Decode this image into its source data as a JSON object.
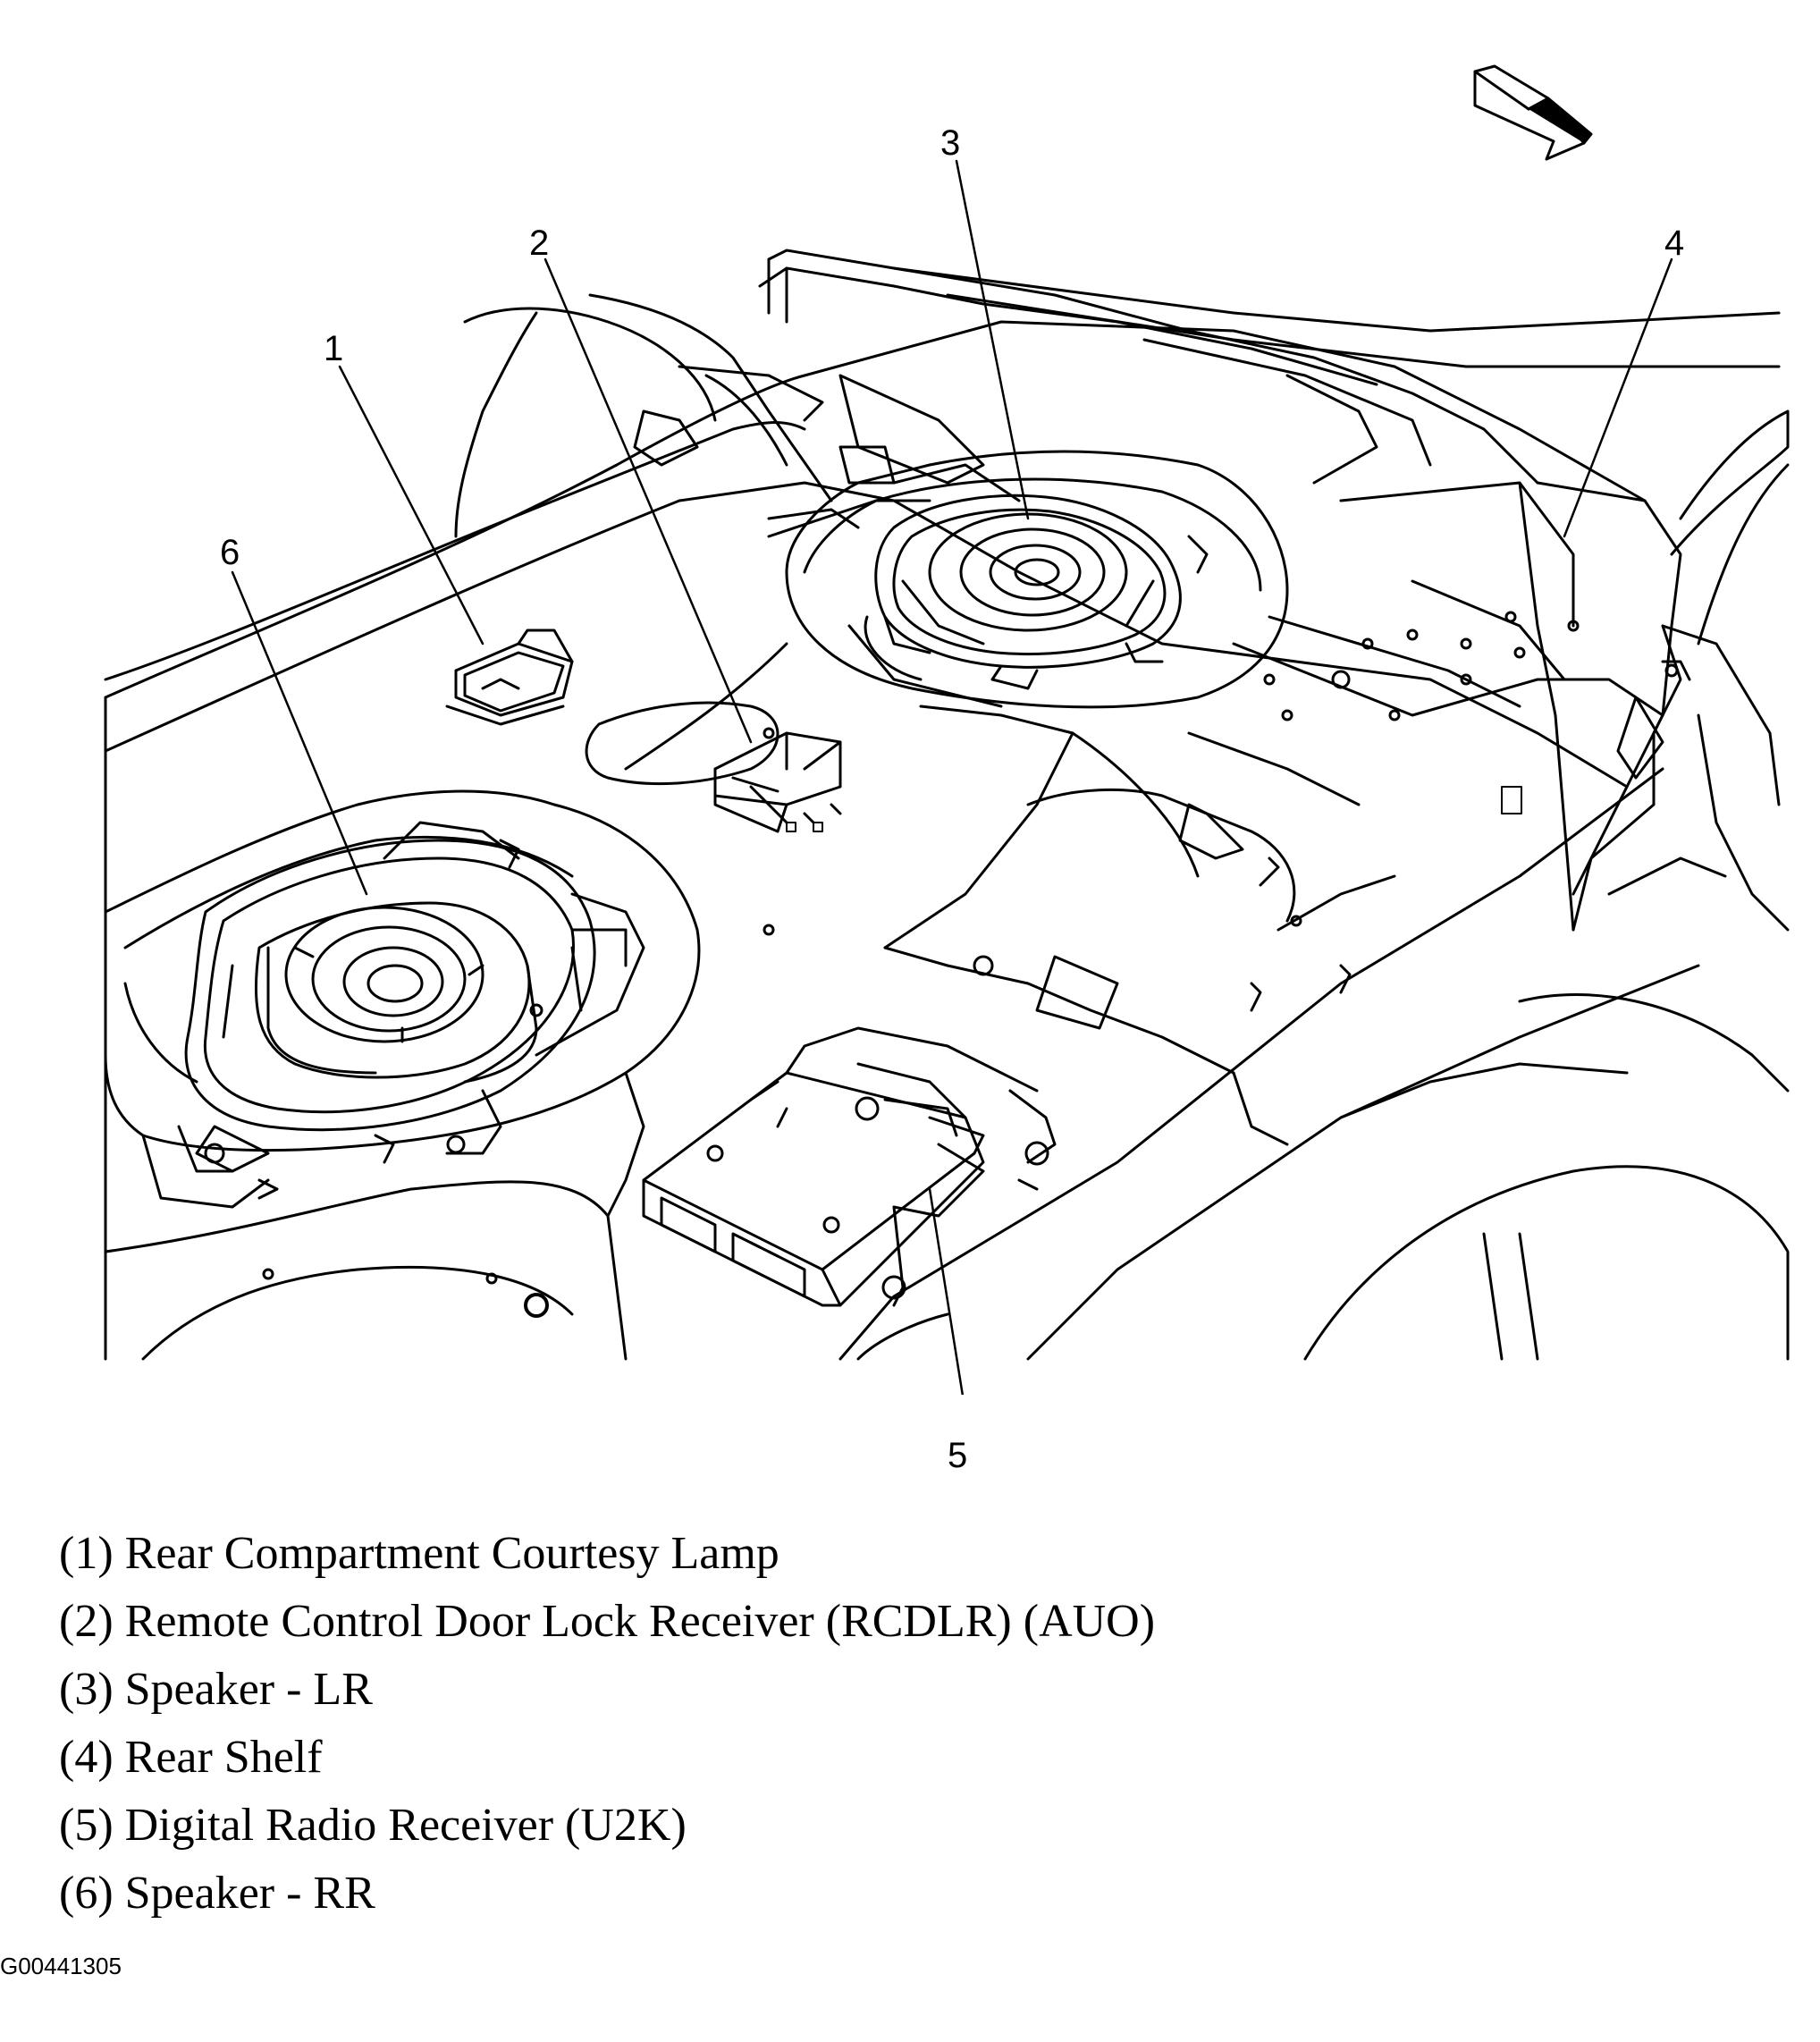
{
  "callouts": [
    {
      "number": "1"
    },
    {
      "number": "2"
    },
    {
      "number": "3"
    },
    {
      "number": "4"
    },
    {
      "number": "5"
    },
    {
      "number": "6"
    }
  ],
  "legend": [
    "(1) Rear Compartment Courtesy Lamp",
    "(2) Remote Control Door Lock Receiver (RCDLR) (AUO)",
    "(3) Speaker - LR",
    "(4) Rear Shelf",
    "(5) Digital Radio Receiver (U2K)",
    "(6) Speaker - RR"
  ],
  "figure_id": "G00441305",
  "icons": {
    "direction_arrow": "forward-arrow-icon"
  }
}
